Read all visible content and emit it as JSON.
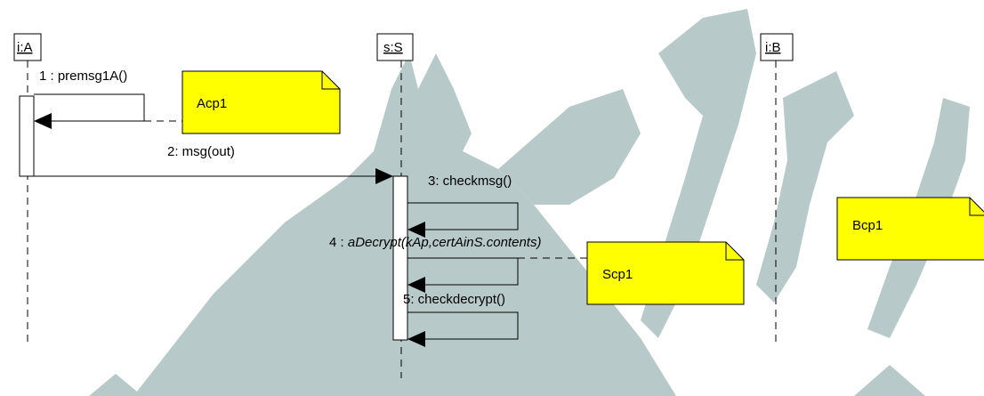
{
  "colors": {
    "note_fill": "#ffff00",
    "watermark": "#b7c9c9",
    "line": "#000000",
    "background": "#ffffff"
  },
  "lifelines": {
    "a": "i:A",
    "s": "s:S",
    "b": "i:B"
  },
  "messages": {
    "m1": "1 : premsg1A()",
    "m2": "2: msg(out)",
    "m3": "3: checkmsg()",
    "m4_num": "4 : ",
    "m4_call": "aDecrypt(kAp,certAinS.contents)",
    "m5": "5: checkdecrypt()"
  },
  "notes": {
    "acp1": "Acp1",
    "scp1": "Scp1",
    "bcp1": "Bcp1"
  }
}
